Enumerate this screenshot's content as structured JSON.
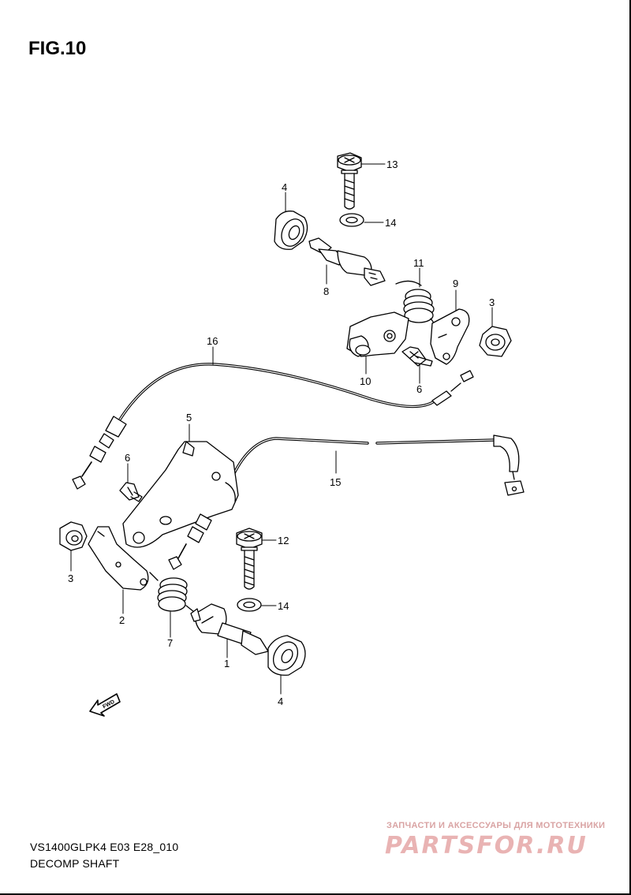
{
  "figure": {
    "title": "FIG.10"
  },
  "callouts": {
    "p13": "13",
    "p14a": "14",
    "p4a": "4",
    "p8": "8",
    "p11": "11",
    "p9": "9",
    "p3a": "3",
    "p10": "10",
    "p6a": "6",
    "p16": "16",
    "p5": "5",
    "p6b": "6",
    "p15": "15",
    "p12": "12",
    "p3b": "3",
    "p2": "2",
    "p14b": "14",
    "p7": "7",
    "p1": "1",
    "p4b": "4"
  },
  "fwd_label": "FWD",
  "footer": {
    "model_code": "VS1400GLPK4 E03 E28_010",
    "section_name": "DECOMP SHAFT"
  },
  "watermark": {
    "tagline": "ЗАПЧАСТИ И АКСЕССУАРЫ ДЛЯ МОТОТЕХНИКИ",
    "logo": "PARTSFOR.RU"
  }
}
